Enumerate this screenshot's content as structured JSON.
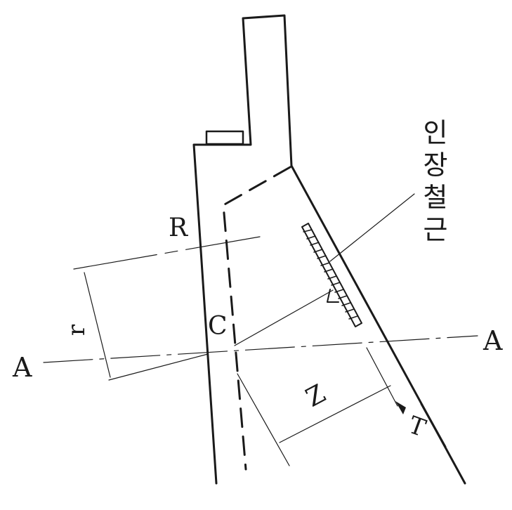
{
  "labels": {
    "R": "R",
    "r": "r",
    "C": "C",
    "A_left": "A",
    "A_right": "A",
    "Z": "Z",
    "T": "T",
    "tension_rebar": [
      "인",
      "장",
      "철",
      "근"
    ]
  }
}
